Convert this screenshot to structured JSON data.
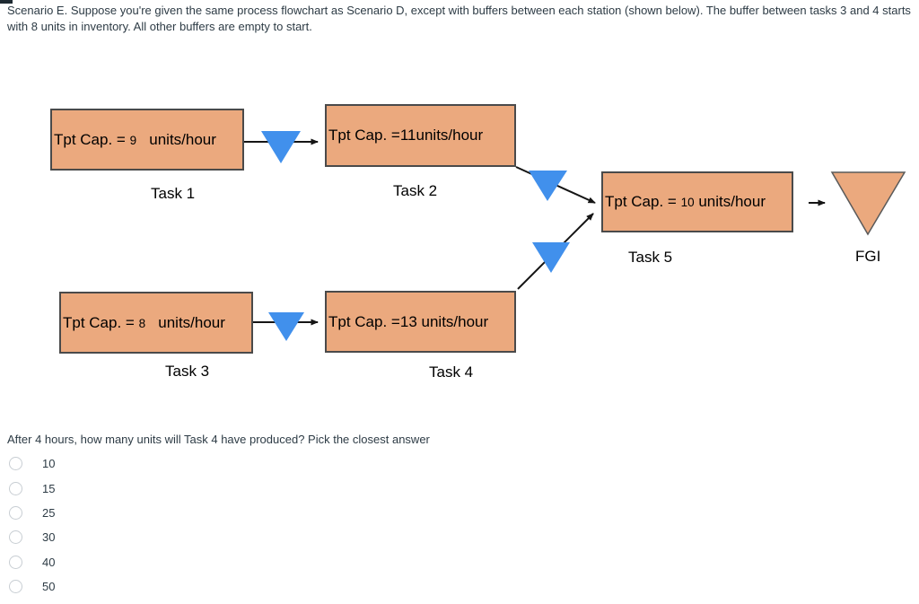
{
  "colors": {
    "box_fill": "#EBA97E",
    "box_border": "#4a4a4a",
    "buffer_blue": "#4190EC",
    "arrow_black": "#151515",
    "text_dark": "#2D3B45",
    "radio_border": "#C8CED3"
  },
  "scenario_text": "Scenario E. Suppose you're given the same process flowchart as Scenario D, except with buffers between each station (shown below). The buffer between tasks 3 and 4 starts with 8 units in inventory. All other buffers are empty to start.",
  "question_text": "After 4 hours, how many units will Task 4 have produced? Pick the closest answer",
  "flowchart": {
    "tasks": [
      {
        "label": "Task 1",
        "cap_prefix": "Tpt Cap. = ",
        "cap_value": "9",
        "cap_suffix": "   units/hour"
      },
      {
        "label": "Task 2",
        "cap_prefix": "Tpt Cap. =",
        "cap_value": "11",
        "cap_suffix": "units/hour"
      },
      {
        "label": "Task 3",
        "cap_prefix": "Tpt Cap. = ",
        "cap_value": "8",
        "cap_suffix": "   units/hour"
      },
      {
        "label": "Task 4",
        "cap_prefix": "Tpt Cap. =",
        "cap_value": "13",
        "cap_suffix": " units/hour"
      },
      {
        "label": "Task 5",
        "cap_prefix": "Tpt Cap. = ",
        "cap_value": "10",
        "cap_suffix": " units/hour"
      }
    ],
    "fgi_label": "FGI",
    "buffer_icon": "inverted-blue-triangle",
    "fgi_icon": "inverted-tan-triangle",
    "buffer_count": 4
  },
  "options": [
    "10",
    "15",
    "25",
    "30",
    "40",
    "50"
  ]
}
